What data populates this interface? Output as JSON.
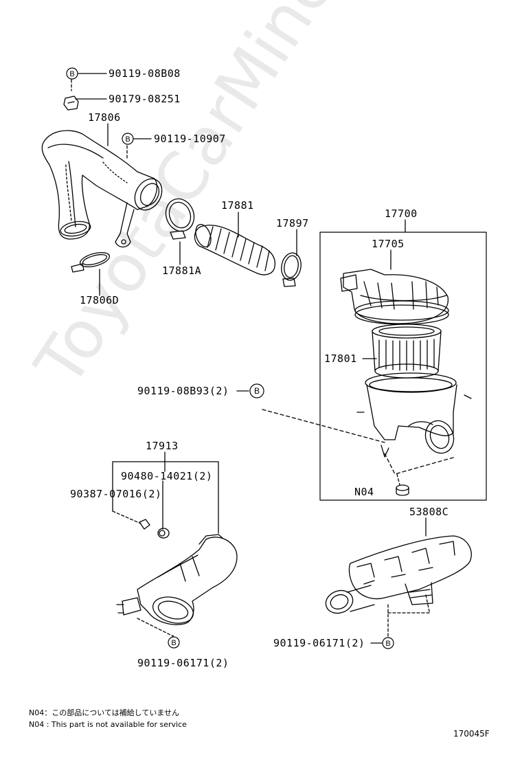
{
  "watermark": "ToyotaCarMine.ru",
  "bolt_marker": "B",
  "labels": {
    "p90119_08B08": "90119-08B08",
    "p90179_08251": "90179-08251",
    "p17806": "17806",
    "p90119_10907": "90119-10907",
    "p17881": "17881",
    "p17897": "17897",
    "p17700": "17700",
    "p17705": "17705",
    "p17881A": "17881A",
    "p17806D": "17806D",
    "p17801": "17801",
    "p90119_08B93": "90119-08B93(2)",
    "p17913": "17913",
    "p90480_14021": "90480-14021(2)",
    "p90387_07016": "90387-07016(2)",
    "pN04": "N04",
    "p53808C": "53808C",
    "p90119_06171_left": "90119-06171(2)",
    "p90119_06171_right": "90119-06171(2)"
  },
  "notes": {
    "jp": "N04：この部品については補給していません",
    "en": "N04 : This part is not available for service"
  },
  "diagram_code": "170045F"
}
